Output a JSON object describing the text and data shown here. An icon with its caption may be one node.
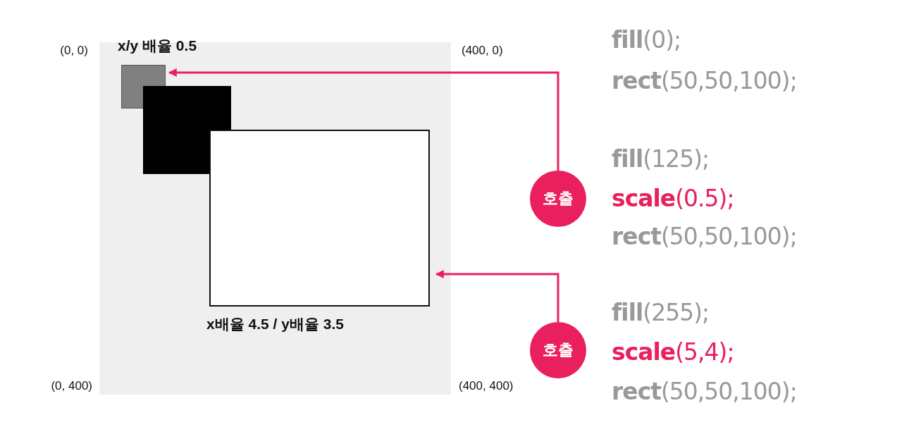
{
  "diagram": {
    "nodes": [
      {
        "text": [
          "x/y 배율 0.5"
        ]
      },
      {
        "text": [],
        "shape": "box"
      },
      {
        "text": [
          "x배율 4.5 / y배율 3.5"
        ]
      },
      {
        "text": [
          "호출"
        ]
      },
      {
        "text": [
          "호출"
        ]
      }
    ],
    "edges": [
      {
        "from": 3,
        "to": 0,
        "arrow": "to"
      },
      {
        "from": 4,
        "to": 2,
        "arrow": "to"
      }
    ],
    "labels": [
      "(0, 0)",
      "(400, 0)",
      "**fill**(0);",
      "**rect**(50,50,100);",
      "**fill**(125);",
      "**scale**(0.5);",
      "**rect**(50,50,100);",
      "**fill**(255);",
      "**scale**(5,4);",
      "**rect**(50,50,100);",
      "(0, 400)",
      "(400, 400)"
    ]
  }
}
